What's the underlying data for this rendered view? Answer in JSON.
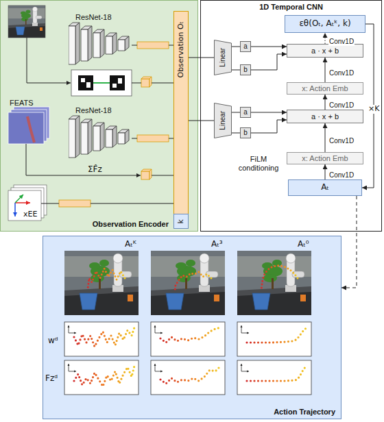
{
  "diagram": {
    "nodes": [
      {
        "text": [
          "Observation Encoder"
        ]
      },
      {
        "text": [
          "Observation Oₜ"
        ],
        "in": 0
      },
      {
        "text": [
          "k"
        ],
        "in": 1
      },
      {
        "text": [
          "1D Temporal CNN"
        ]
      },
      {
        "text": [
          "εθ(Oₜ, Aₜᵏ, k)"
        ],
        "in": 3
      },
      {
        "text": [
          "a · x + b"
        ],
        "in": 3
      },
      {
        "text": [
          "x: Action Emb"
        ],
        "in": 3
      },
      {
        "text": [
          "a · x + b"
        ],
        "in": 3
      },
      {
        "text": [
          "x: Action Emb"
        ],
        "in": 3
      },
      {
        "text": [
          "Aₜ"
        ],
        "in": 3
      },
      {
        "text": [
          "Linear"
        ],
        "in": 3
      },
      {
        "text": [
          "a"
        ],
        "in": 3
      },
      {
        "text": [
          "b"
        ],
        "in": 3
      },
      {
        "text": [
          "Linear"
        ],
        "in": 3
      },
      {
        "text": [
          "a"
        ],
        "in": 3
      },
      {
        "text": [
          "b"
        ],
        "in": 3
      },
      {
        "text": [
          "Action Trajectory"
        ]
      }
    ],
    "edges": [
      {
        "from": 1,
        "to": 10,
        "arrow": "none"
      },
      {
        "from": 1,
        "to": 13,
        "arrow": "none"
      },
      {
        "from": 10,
        "to": 11,
        "arrow": "none"
      },
      {
        "from": 10,
        "to": 12,
        "arrow": "none"
      },
      {
        "from": 13,
        "to": 14,
        "arrow": "none"
      },
      {
        "from": 13,
        "to": 15,
        "arrow": "none"
      },
      {
        "from": 11,
        "to": 5,
        "arrow": "to"
      },
      {
        "from": 12,
        "to": 5,
        "arrow": "to"
      },
      {
        "from": 14,
        "to": 7,
        "arrow": "to"
      },
      {
        "from": 15,
        "to": 7,
        "arrow": "to"
      },
      {
        "from": 9,
        "to": 8,
        "arrow": "to",
        "label": "Conv1D"
      },
      {
        "from": 8,
        "to": 7,
        "arrow": "to",
        "label": "Conv1D"
      },
      {
        "from": 7,
        "to": 6,
        "arrow": "to",
        "label": "Conv1D"
      },
      {
        "from": 6,
        "to": 5,
        "arrow": "to",
        "label": "Conv1D"
      },
      {
        "from": 5,
        "to": 4,
        "arrow": "to",
        "label": "Conv1D"
      },
      {
        "from": 4,
        "to": 9,
        "arrow": "to",
        "label": "×K"
      },
      {
        "from": 9,
        "to": 16,
        "arrow": "to"
      }
    ],
    "labels": [
      "ResNet-18",
      "ResNet-18",
      "FEATS",
      "ΣF̂z",
      "xEE",
      "FiLM conditioning",
      "Aₜᴷ",
      "Aₜ³",
      "Aₜ⁰",
      "wᵈ",
      "Fzᵈ"
    ]
  }
}
